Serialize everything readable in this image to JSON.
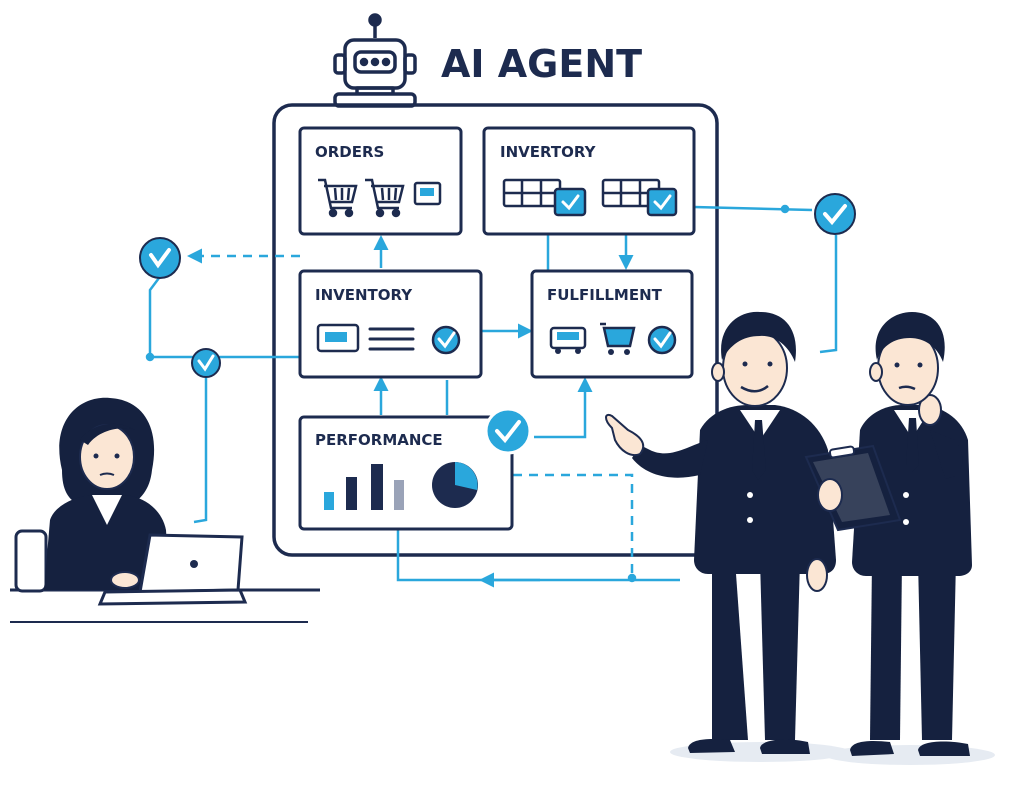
{
  "title": "AI AGENT",
  "colors": {
    "navy": "#15213f",
    "line": "#1d2b4f",
    "accent": "#2aa7dc",
    "skin": "#fbe6d4"
  },
  "modules": {
    "orders": {
      "label": "ORDERS",
      "icons": [
        "shopping-cart-icon",
        "shopping-cart-icon",
        "screen-icon"
      ]
    },
    "inventory_top": {
      "label": "INVERTORY",
      "icons": [
        "warehouse-rack-icon",
        "warehouse-rack-icon"
      ]
    },
    "inventory": {
      "label": "INVENTORY",
      "icons": [
        "screen-icon",
        "list-lines-icon",
        "check-badge-icon"
      ]
    },
    "fulfillment": {
      "label": "FULFILLMENT",
      "icons": [
        "delivery-truck-icon",
        "cart-icon",
        "check-badge-icon"
      ]
    },
    "performance": {
      "label": "PERFORMANCE",
      "icons": [
        "bar-chart-icon",
        "pie-chart-icon"
      ]
    }
  }
}
